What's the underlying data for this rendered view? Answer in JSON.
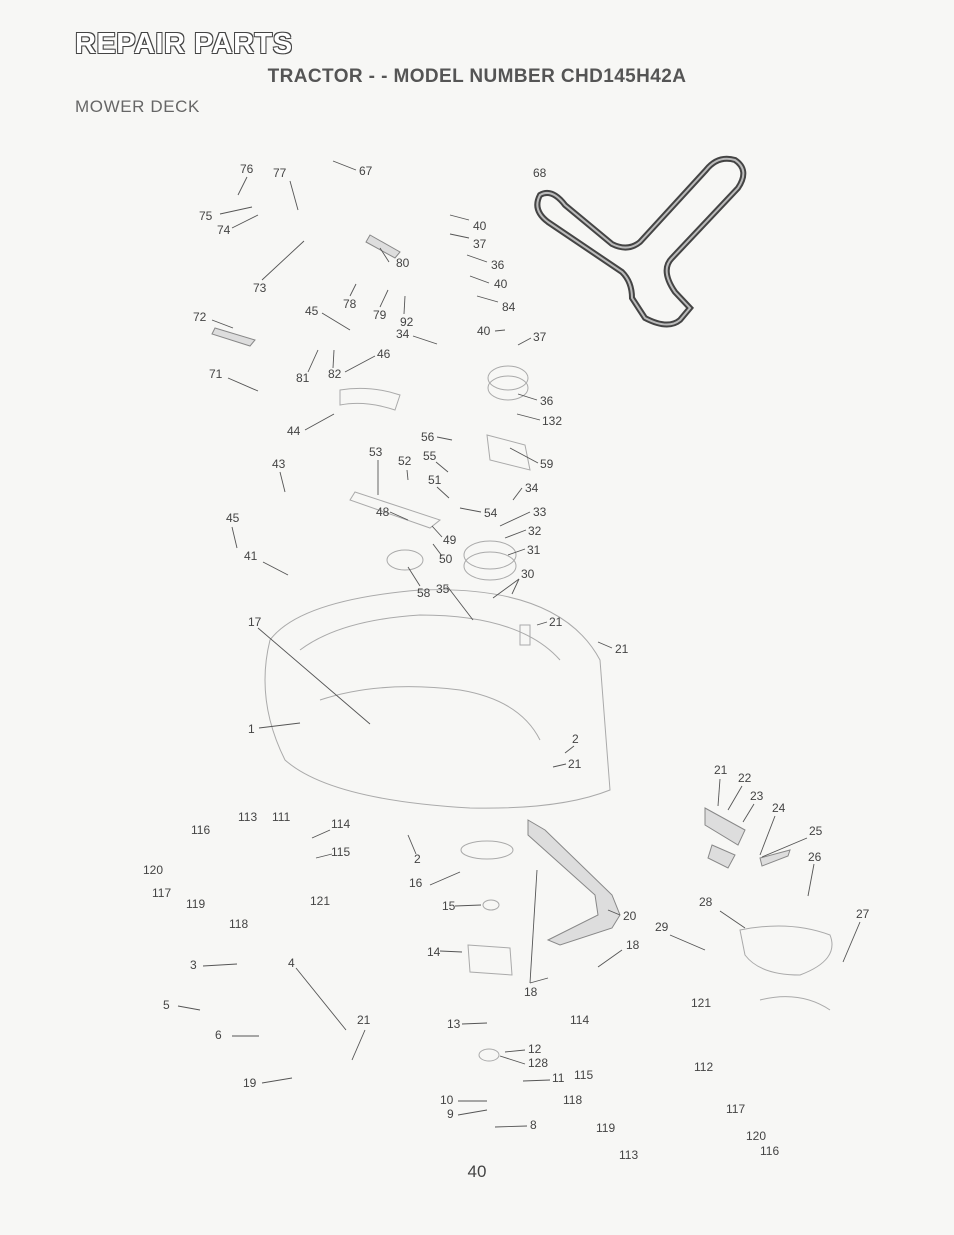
{
  "header": {
    "title": "REPAIR PARTS",
    "subtitle": "TRACTOR - - MODEL NUMBER CHD145H42A",
    "section": "MOWER DECK"
  },
  "diagram": {
    "part_numbers": [
      "76",
      "77",
      "67",
      "68",
      "75",
      "74",
      "40",
      "37",
      "80",
      "36",
      "73",
      "40",
      "84",
      "78",
      "79",
      "92",
      "72",
      "45",
      "34",
      "40",
      "37",
      "46",
      "71",
      "81",
      "82",
      "36",
      "132",
      "44",
      "56",
      "53",
      "52",
      "55",
      "59",
      "43",
      "51",
      "34",
      "48",
      "54",
      "33",
      "45",
      "49",
      "32",
      "31",
      "41",
      "50",
      "30",
      "58",
      "35",
      "17",
      "21",
      "21",
      "1",
      "2",
      "21",
      "21",
      "22",
      "23",
      "24",
      "25",
      "113",
      "111",
      "116",
      "114",
      "115",
      "2",
      "26",
      "120",
      "16",
      "117",
      "119",
      "121",
      "118",
      "15",
      "28",
      "20",
      "29",
      "27",
      "14",
      "18",
      "3",
      "4",
      "18",
      "5",
      "121",
      "21",
      "13",
      "114",
      "6",
      "12",
      "128",
      "11",
      "115",
      "112",
      "19",
      "10",
      "118",
      "117",
      "9",
      "8",
      "119",
      "120",
      "113",
      "116"
    ]
  },
  "footer": {
    "page_number": "40"
  }
}
